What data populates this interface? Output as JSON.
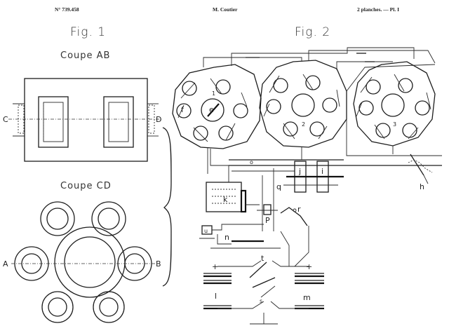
{
  "header": {
    "patent_number": "N° 739.458",
    "author": "M. Coutier",
    "sheet_info": "2 planches. — Pl. I"
  },
  "figure1": {
    "title": "Fig. 1",
    "section_ab_title": "Coupe AB",
    "section_cd_title": "Coupe CD",
    "label_c": "C",
    "label_d": "D",
    "label_a": "A",
    "label_b": "B"
  },
  "figure2": {
    "title": "Fig. 2",
    "labels": {
      "e": "e",
      "f": "f",
      "one": "1",
      "two": "2",
      "three": "3",
      "h": "h",
      "j": "j",
      "i": "i",
      "k": "k",
      "o": "o",
      "q": "q",
      "p": "P",
      "r": "r",
      "n": "n",
      "u": "u",
      "t": "t",
      "l": "l",
      "m": "m",
      "s": "s",
      "plus_left": "+",
      "plus_right": "+"
    }
  }
}
